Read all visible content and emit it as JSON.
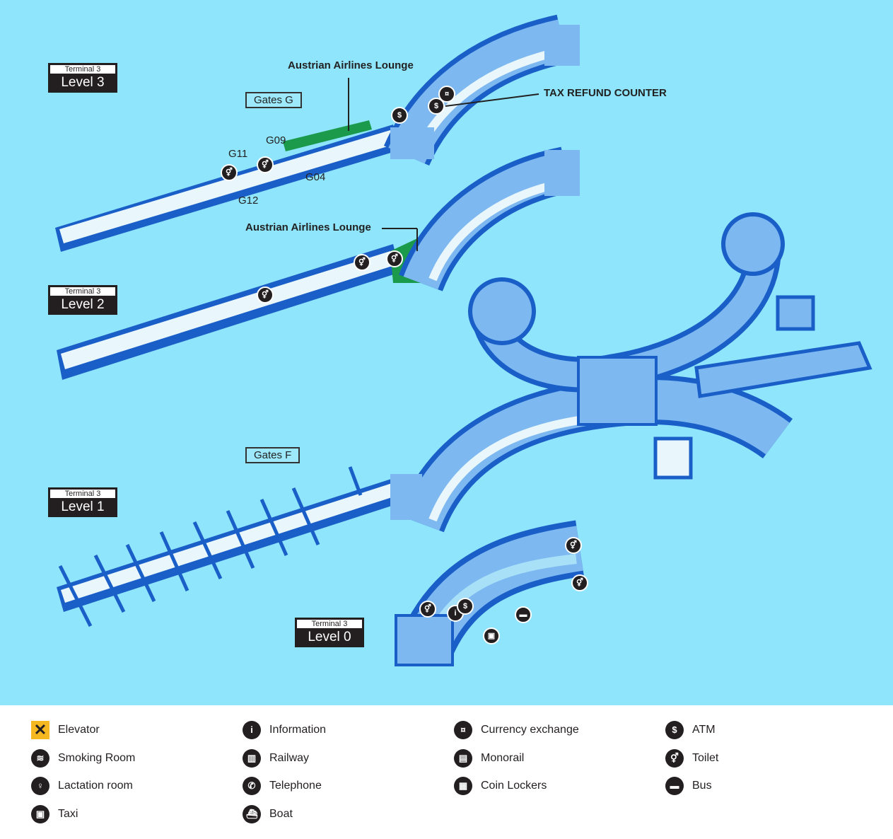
{
  "colors": {
    "water": "#8fe5fb",
    "floor": "#e9f7fd",
    "wall": "#1a5fc8",
    "room": "#7db8f0",
    "lounge": "#1a9a4a"
  },
  "levels": [
    {
      "terminal": "Terminal 3",
      "level": "Level 3"
    },
    {
      "terminal": "Terminal 3",
      "level": "Level 2"
    },
    {
      "terminal": "Terminal 3",
      "level": "Level 1"
    },
    {
      "terminal": "Terminal 3",
      "level": "Level 0"
    }
  ],
  "areas": {
    "gates_g": "Gates G",
    "gates_f": "Gates F"
  },
  "callouts": {
    "lounge_l3": "Austrian Airlines Lounge",
    "lounge_l2": "Austrian Airlines Lounge",
    "tax_refund": "TAX REFUND COUNTER"
  },
  "gates": {
    "g09": "G09",
    "g11": "G11",
    "g04": "G04",
    "g12": "G12"
  },
  "legend": [
    {
      "icon": "elevator-icon",
      "glyph": "✕",
      "label": "Elevator"
    },
    {
      "icon": "smoking-room-icon",
      "glyph": "≋",
      "label": "Smoking Room"
    },
    {
      "icon": "lactation-room-icon",
      "glyph": "♀",
      "label": "Lactation room"
    },
    {
      "icon": "taxi-icon",
      "glyph": "▣",
      "label": "Taxi"
    },
    {
      "icon": "information-icon",
      "glyph": "i",
      "label": "Information"
    },
    {
      "icon": "railway-icon",
      "glyph": "▥",
      "label": "Railway"
    },
    {
      "icon": "telephone-icon",
      "glyph": "✆",
      "label": "Telephone"
    },
    {
      "icon": "boat-icon",
      "glyph": "⛴",
      "label": "Boat"
    },
    {
      "icon": "currency-exchange-icon",
      "glyph": "¤",
      "label": "Currency exchange"
    },
    {
      "icon": "monorail-icon",
      "glyph": "▤",
      "label": "Monorail"
    },
    {
      "icon": "coin-lockers-icon",
      "glyph": "▦",
      "label": "Coin Lockers"
    },
    {
      "icon": "atm-icon",
      "glyph": "$",
      "label": "ATM"
    },
    {
      "icon": "toilet-icon",
      "glyph": "⚥",
      "label": "Toilet"
    },
    {
      "icon": "bus-icon",
      "glyph": "▬",
      "label": "Bus"
    }
  ]
}
